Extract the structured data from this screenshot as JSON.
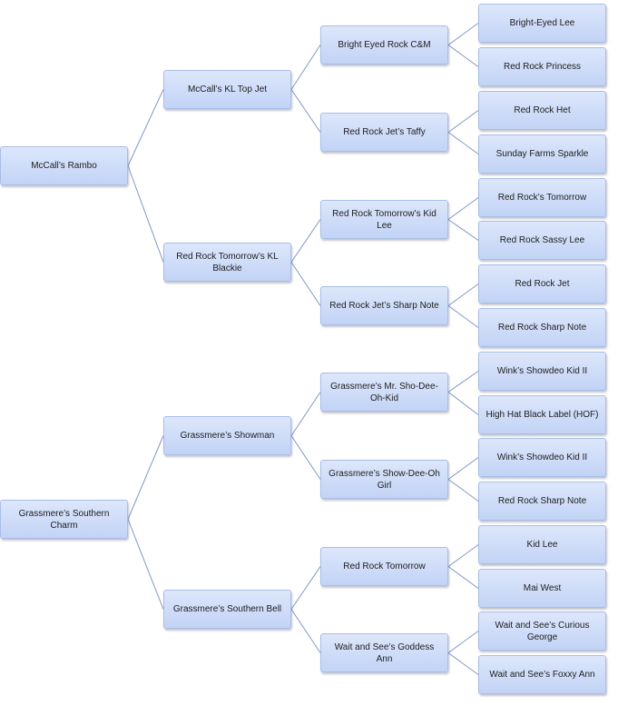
{
  "colors": {
    "box_top": "#dde7fb",
    "box_bottom": "#c2d3f6",
    "box_border": "#a9bde6",
    "connector": "#7f97c7"
  },
  "pedigree": {
    "subject": [
      {
        "label": "McCall’s Rambo"
      },
      {
        "label": "Grassmere’s Southern Charm"
      }
    ],
    "parents": [
      {
        "label": "McCall’s KL Top Jet"
      },
      {
        "label": "Red Rock Tomorrow’s KL Blackie"
      },
      {
        "label": "Grassmere’s Showman"
      },
      {
        "label": "Grassmere’s Southern Bell"
      }
    ],
    "grandparents": [
      {
        "label": "Bright Eyed Rock C&M"
      },
      {
        "label": "Red Rock Jet’s Taffy"
      },
      {
        "label": "Red Rock Tomorrow’s Kid Lee"
      },
      {
        "label": "Red Rock Jet’s Sharp Note"
      },
      {
        "label": "Grassmere’s Mr. Sho-Dee-Oh-Kid"
      },
      {
        "label": "Grassmere’s Show-Dee-Oh Girl"
      },
      {
        "label": "Red Rock Tomorrow"
      },
      {
        "label": "Wait and See’s Goddess Ann"
      }
    ],
    "great_grandparents": [
      {
        "label": "Bright-Eyed Lee"
      },
      {
        "label": "Red Rock Princess"
      },
      {
        "label": "Red Rock Het"
      },
      {
        "label": "Sunday Farms Sparkle"
      },
      {
        "label": "Red Rock’s Tomorrow"
      },
      {
        "label": "Red Rock Sassy Lee"
      },
      {
        "label": "Red Rock Jet"
      },
      {
        "label": "Red Rock Sharp Note"
      },
      {
        "label": "Wink’s Showdeo Kid II"
      },
      {
        "label": "High Hat Black Label (HOF)"
      },
      {
        "label": "Wink’s Showdeo Kid II"
      },
      {
        "label": "Red Rock Sharp Note"
      },
      {
        "label": "Kid Lee"
      },
      {
        "label": "Mai West"
      },
      {
        "label": "Wait and See’s Curious George"
      },
      {
        "label": "Wait and See’s Foxxy Ann"
      }
    ]
  }
}
